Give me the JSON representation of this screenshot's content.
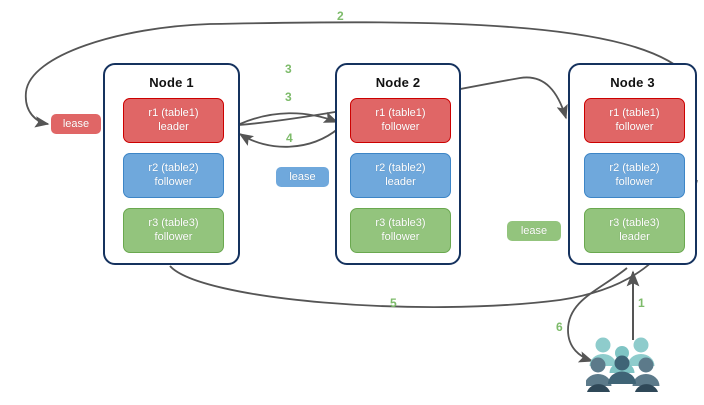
{
  "diagram": {
    "title": "raft-lease-transfer-diagram",
    "colors": {
      "red_fill": "#e06666",
      "red_stroke": "#cc0000",
      "blue_fill": "#6fa8dc",
      "blue_stroke": "#3d85c6",
      "green_fill": "#93c47d",
      "green_stroke": "#6aa84f",
      "node_border": "#15325e",
      "arrow": "#555555",
      "label_green": "#7dbb6a",
      "users_light": "#8ecccc",
      "users_mid": "#5f9ea0",
      "users_dark": "#5c7a8a",
      "users_darkest": "#2f4858",
      "background": "#ffffff"
    }
  },
  "nodes": [
    {
      "id": "node1",
      "title": "Node 1",
      "replicas": [
        {
          "name": "r1 (table1)",
          "role": "leader",
          "color": "red"
        },
        {
          "name": "r2 (table2)",
          "role": "follower",
          "color": "blue"
        },
        {
          "name": "r3 (table3)",
          "role": "follower",
          "color": "green"
        }
      ]
    },
    {
      "id": "node2",
      "title": "Node 2",
      "replicas": [
        {
          "name": "r1 (table1)",
          "role": "follower",
          "color": "red"
        },
        {
          "name": "r2 (table2)",
          "role": "leader",
          "color": "blue"
        },
        {
          "name": "r3 (table3)",
          "role": "follower",
          "color": "green"
        }
      ]
    },
    {
      "id": "node3",
      "title": "Node 3",
      "replicas": [
        {
          "name": "r1 (table1)",
          "role": "follower",
          "color": "red"
        },
        {
          "name": "r2 (table2)",
          "role": "follower",
          "color": "blue"
        },
        {
          "name": "r3 (table3)",
          "role": "leader",
          "color": "green"
        }
      ]
    }
  ],
  "leases": [
    {
      "id": "lease-red",
      "label": "lease",
      "color": "red"
    },
    {
      "id": "lease-blue",
      "label": "lease",
      "color": "blue"
    },
    {
      "id": "lease-green",
      "label": "lease",
      "color": "green"
    }
  ],
  "edge_labels": [
    {
      "id": "edge-label-2",
      "text": "2"
    },
    {
      "id": "edge-label-3a",
      "text": "3"
    },
    {
      "id": "edge-label-3b",
      "text": "3"
    },
    {
      "id": "edge-label-4",
      "text": "4"
    },
    {
      "id": "edge-label-5",
      "text": "5"
    },
    {
      "id": "edge-label-1",
      "text": "1"
    },
    {
      "id": "edge-label-6",
      "text": "6"
    }
  ],
  "actors": {
    "users_label": "users-group-icon"
  }
}
